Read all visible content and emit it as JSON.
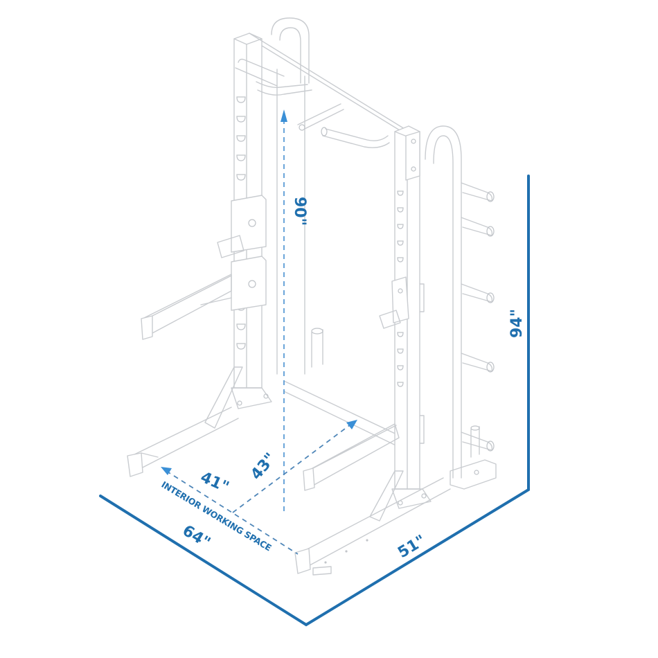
{
  "diagram": {
    "subject": "Half power rack isometric line drawing with dimensions",
    "colors": {
      "dimension_line": "#1f6fae",
      "dimension_dash": "#4f86b8",
      "arrow": "#3a8fd6",
      "linework": "#c9ccd0",
      "background": "#ffffff"
    },
    "dimensions": {
      "overall_height": "94\"",
      "overall_depth": "64\"",
      "overall_width": "51\"",
      "interior_height": "90\"",
      "interior_depth": "41\"",
      "interior_width": "43\""
    },
    "annotations": {
      "interior_label": "INTERIOR WORKING SPACE"
    }
  }
}
